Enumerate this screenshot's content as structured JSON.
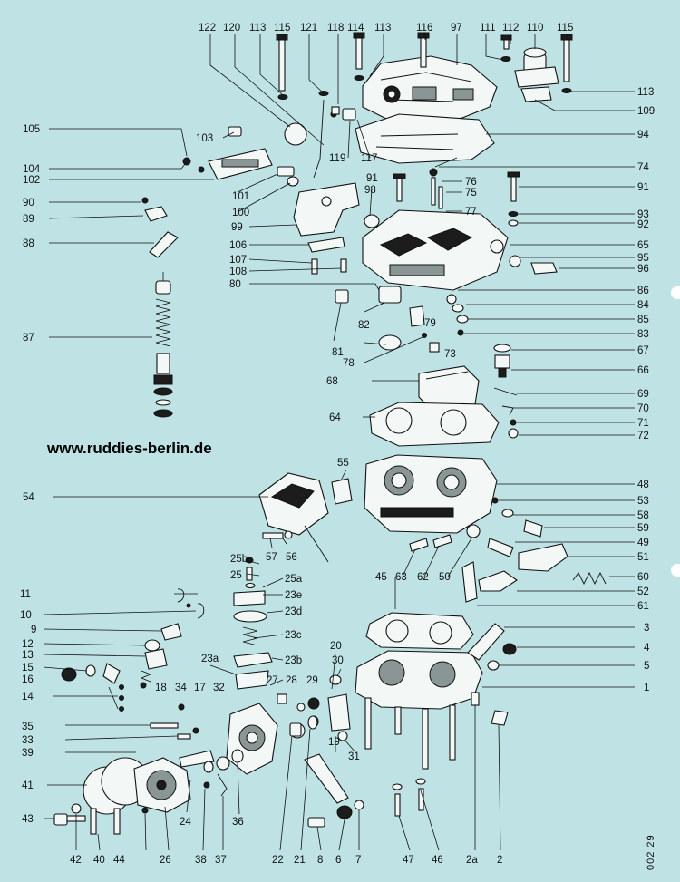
{
  "watermark": "www.ruddies-berlin.de",
  "drawing_number": "002 29",
  "part_labels": {
    "top": [
      "122",
      "120",
      "113",
      "115",
      "121",
      "118",
      "114",
      "113",
      "116",
      "97",
      "111",
      "112",
      "110",
      "115"
    ],
    "left": [
      "105",
      "103",
      "104",
      "102",
      "101",
      "100",
      "90",
      "89",
      "88",
      "87",
      "99",
      "106",
      "107",
      "108",
      "80",
      "54",
      "25b",
      "25",
      "25a",
      "23e",
      "23d",
      "11",
      "10",
      "9",
      "12",
      "13",
      "15",
      "16",
      "14",
      "23c",
      "23a",
      "23b",
      "18",
      "34",
      "17",
      "32",
      "27",
      "28",
      "29",
      "20",
      "30",
      "35",
      "33",
      "39",
      "41",
      "43"
    ],
    "right": [
      "113",
      "109",
      "94",
      "74",
      "91",
      "76",
      "75",
      "77",
      "93",
      "92",
      "65",
      "95",
      "96",
      "86",
      "84",
      "85",
      "83",
      "67",
      "66",
      "69",
      "70",
      "71",
      "72",
      "48",
      "53",
      "58",
      "59",
      "49",
      "51",
      "60",
      "52",
      "61",
      "3",
      "4",
      "5",
      "1"
    ],
    "middle": [
      "119",
      "117",
      "91",
      "98",
      "82",
      "79",
      "81",
      "78",
      "73",
      "68",
      "64",
      "55",
      "57",
      "56",
      "63",
      "62",
      "50",
      "45",
      "19",
      "31"
    ],
    "bottom": [
      "42",
      "40",
      "44",
      "26",
      "38",
      "37",
      "24",
      "36",
      "22",
      "21",
      "8",
      "6",
      "7",
      "47",
      "46",
      "2a",
      "2"
    ]
  }
}
